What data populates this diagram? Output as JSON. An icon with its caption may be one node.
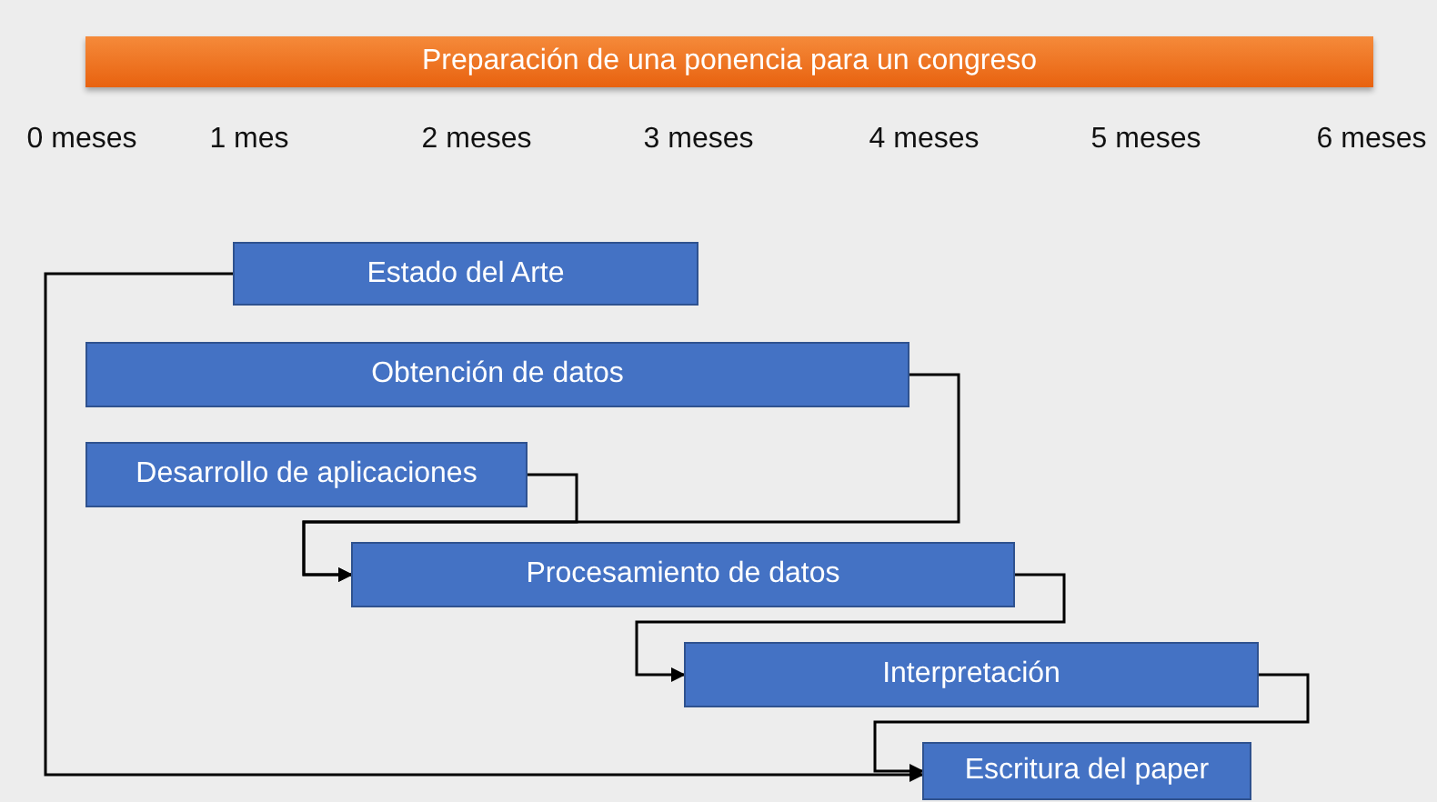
{
  "diagram": {
    "title": "Preparación de una ponencia para un congreso",
    "nodes": [
      {
        "text": [
          "Estado del Arte"
        ]
      },
      {
        "text": [
          "Obtención de datos"
        ]
      },
      {
        "text": [
          "Desarrollo de aplicaciones"
        ]
      },
      {
        "text": [
          "Procesamiento de datos"
        ]
      },
      {
        "text": [
          "Interpretación"
        ]
      },
      {
        "text": [
          "Escritura del paper"
        ]
      }
    ],
    "edges": [
      {
        "from": 0,
        "to": 5,
        "arrow": "to"
      },
      {
        "from": 1,
        "to": 3,
        "arrow": "to"
      },
      {
        "from": 2,
        "to": 3,
        "arrow": "to"
      },
      {
        "from": 3,
        "to": 4,
        "arrow": "to"
      },
      {
        "from": 4,
        "to": 5,
        "arrow": "to"
      }
    ],
    "labels": [
      "0 meses",
      "1 mes",
      "2 meses",
      "3 meses",
      "4 meses",
      "5 meses",
      "6 meses"
    ]
  }
}
